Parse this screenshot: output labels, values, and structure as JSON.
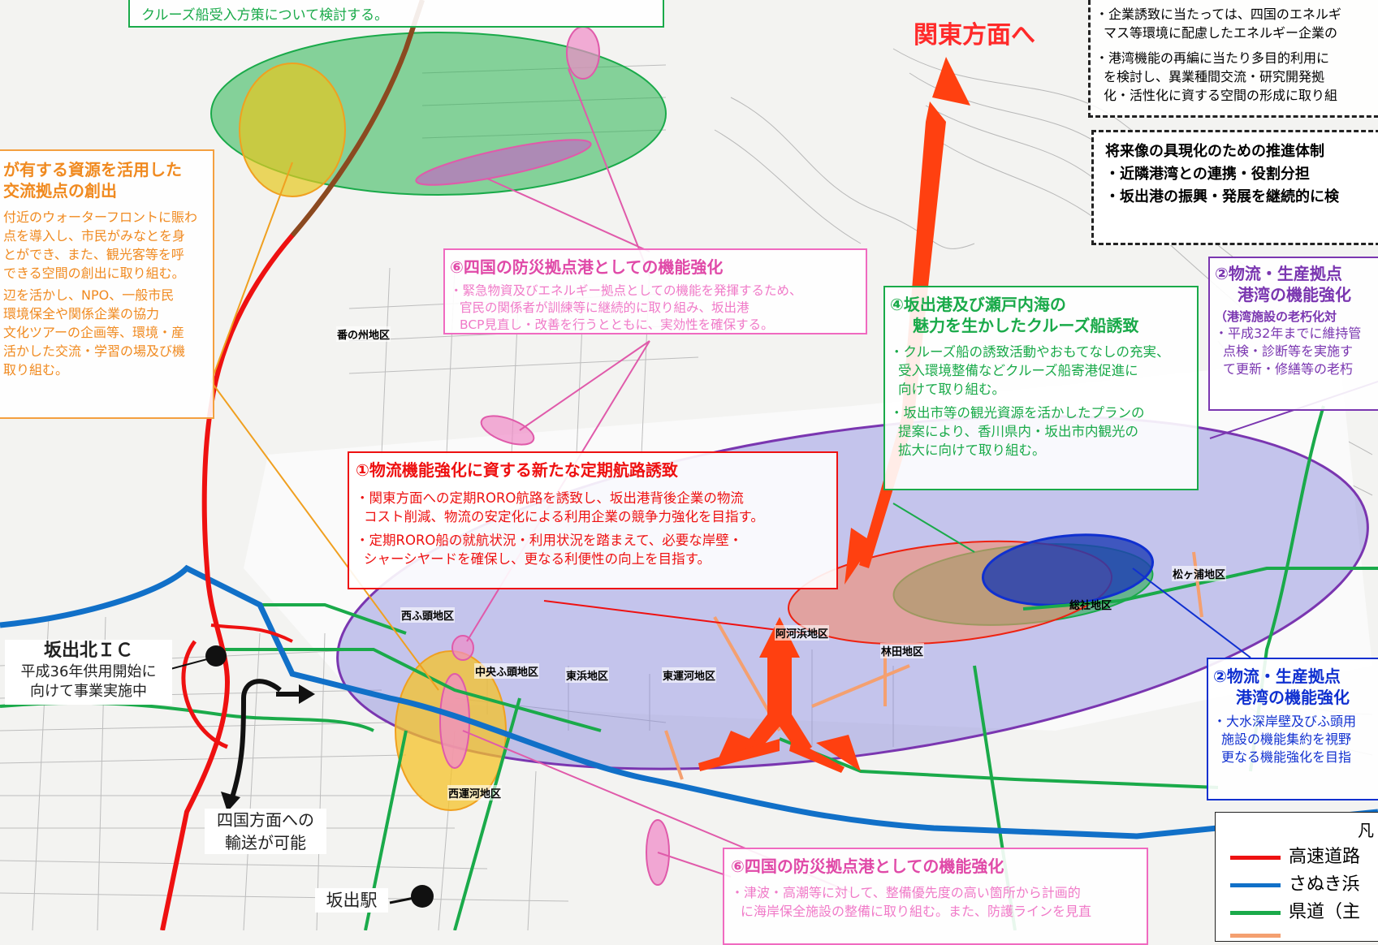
{
  "top_fragment": "クルーズ船受入方策について検討する。",
  "kanto": "関東方面へ",
  "right_top": {
    "line1a": "・企業誘致に当たっては、四国のエネルギ",
    "line1b": "マス等環境に配慮したエネルギー企業の",
    "line2a": "・港湾機能の再編に当たり多目的利用に",
    "line2b": "を検討し、異業種間交流・研究開発拠",
    "line2c": "化・活性化に資する空間の形成に取り組"
  },
  "future_box": {
    "title": "将来像の具現化のための推進体制",
    "item1": "・近隣港湾との連携・役割分担",
    "item2": "・坂出港の振興・発展を継続的に検"
  },
  "left_box": {
    "title1": "が有する資源を活用した",
    "title2": "交流拠点の創出",
    "p1a": "付近のウォーターフロントに賑わ",
    "p1b": "点を導入し、市民がみなとを身",
    "p1c": "とができ、また、観光客等を呼",
    "p1d": "できる空間の創出に取り組む。",
    "p2a": "辺を活かし、NPO、一般市民",
    "p2b": "環境保全や関係企業の協力",
    "p2c": "文化ツアーの企画等、環境・産",
    "p2d": "活かした交流・学習の場及び機",
    "p2e": "取り組む。"
  },
  "bousai_top": {
    "title": "⑥四国の防災拠点港としての機能強化",
    "line1": "・緊急物資及びエネルギー拠点としての機能を発揮するため、",
    "line2": "官民の関係者が訓練等に継続的に取り組み、坂出港",
    "line3": "BCP見直し・改善を行うとともに、実効性を確保する。"
  },
  "cruise": {
    "title1": "④坂出港及び瀬戸内海の",
    "title2": "魅力を生かしたクルーズ船誘致",
    "p1a": "・クルーズ船の誘致活動やおもてなしの充実、",
    "p1b": "受入環境整備などクルーズ船寄港促進に",
    "p1c": "向けて取り組む。",
    "p2a": "・坂出市等の観光資源を活かしたプランの",
    "p2b": "提案により、香川県内・坂出市内観光の",
    "p2c": "拡大に向けて取り組む。"
  },
  "logistics_top": {
    "title1": "②物流・生産拠点",
    "title2": "港湾の機能強化",
    "sub": "（港湾施設の老朽化対",
    "line1": "・平成32年までに維持管",
    "line2": "点検・診断等を実施す",
    "line3": "て更新・修繕等の老朽"
  },
  "roro": {
    "title": "①物流機能強化に資する新たな定期航路誘致",
    "p1a": "・関東方面への定期RORO航路を誘致し、坂出港背後企業の物流",
    "p1b": "コスト削減、物流の安定化による利用企業の競争力強化を目指す。",
    "p2a": "・定期RORO船の就航状況・利用状況を踏まえて、必要な岸壁・",
    "p2b": "シャーシヤードを確保し、更なる利便性の向上を目指す。"
  },
  "logistics_bottom": {
    "title1": "②物流・生産拠点",
    "title2": "港湾の機能強化",
    "line1": "・大水深岸壁及びふ頭用",
    "line2": "施設の機能集約を視野",
    "line3": "更なる機能強化を目指"
  },
  "bousai_bottom": {
    "title": "⑥四国の防災拠点港としての機能強化",
    "line1": "・津波・高潮等に対して、整備優先度の高い箇所から計画的",
    "line2": "に海岸保全施設の整備に取り組む。また、防護ラインを見直"
  },
  "places": {
    "bannosu": "番の州地区",
    "nishifuto": "西ふ頭地区",
    "chuofuto": "中央ふ頭地区",
    "higashihama": "東浜地区",
    "higashiunga": "東運河地区",
    "nishiunga": "西運河地区",
    "akohama": "阿河浜地区",
    "hayashida": "林田地区",
    "soja": "総社地区",
    "matsugaura": "松ヶ浦地区"
  },
  "ic": {
    "name": "坂出北ＩＣ",
    "note1": "平成36年供用開始に",
    "note2": "向けて事業実施中"
  },
  "shikoku": {
    "line1": "四国方面への",
    "line2": "輸送が可能"
  },
  "station": "坂出駅",
  "legend": {
    "title": "凡",
    "items": [
      {
        "label": "高速道路",
        "color": "#ee1111"
      },
      {
        "label": "さぬき浜",
        "color": "#1170c8"
      },
      {
        "label": "県道（主",
        "color": "#1aaa4a"
      }
    ],
    "partial_color": "#f4a070"
  }
}
